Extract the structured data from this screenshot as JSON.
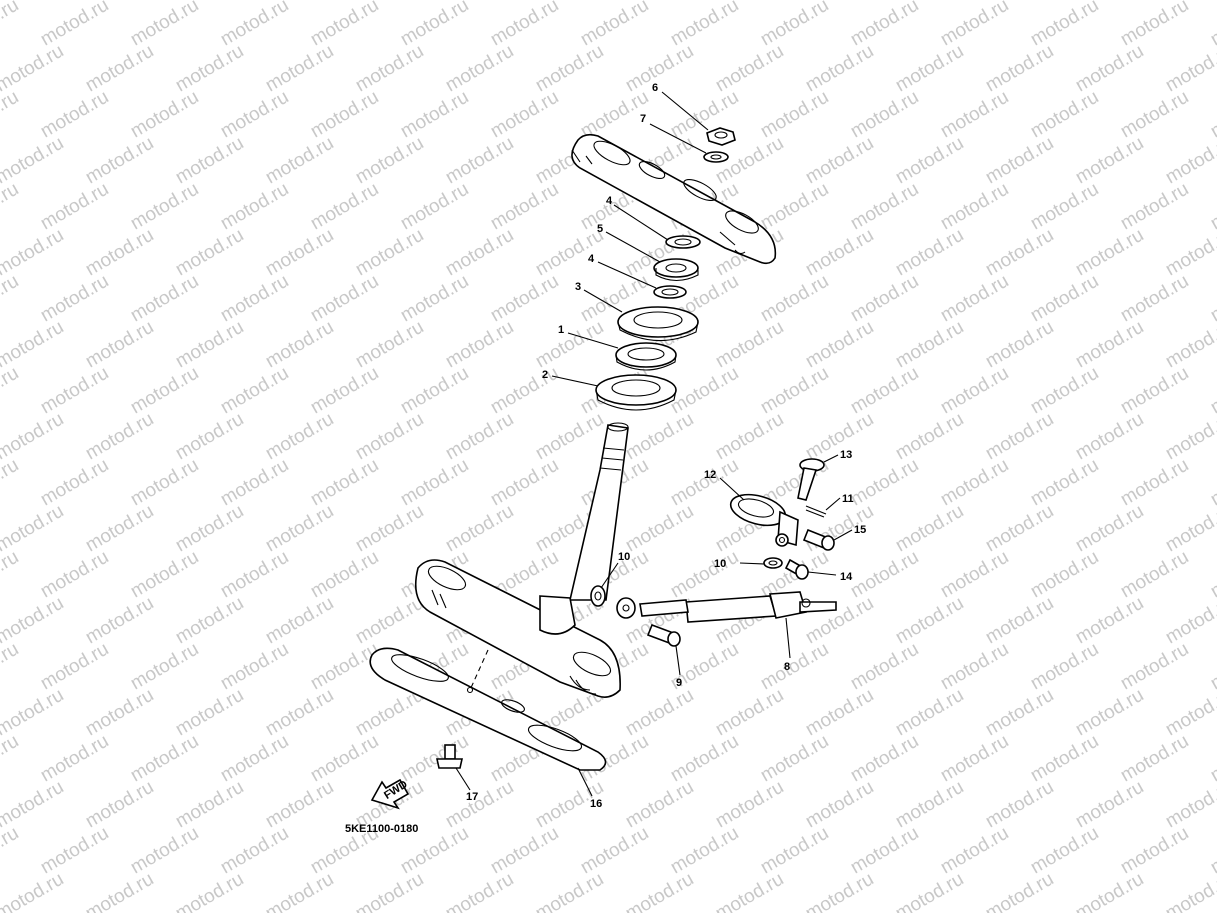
{
  "diagram": {
    "drawing_code": "5KE1100-0180",
    "watermark_text": "motod.ru",
    "fwd_label": "FWD",
    "callouts": {
      "p1": "1",
      "p2": "2",
      "p3": "3",
      "p4a": "4",
      "p4b": "4",
      "p5": "5",
      "p6": "6",
      "p7": "7",
      "p8": "8",
      "p9": "9",
      "p10a": "10",
      "p10b": "10",
      "p11": "11",
      "p12": "12",
      "p13": "13",
      "p14": "14",
      "p15": "15",
      "p16": "16",
      "p17": "17"
    }
  }
}
